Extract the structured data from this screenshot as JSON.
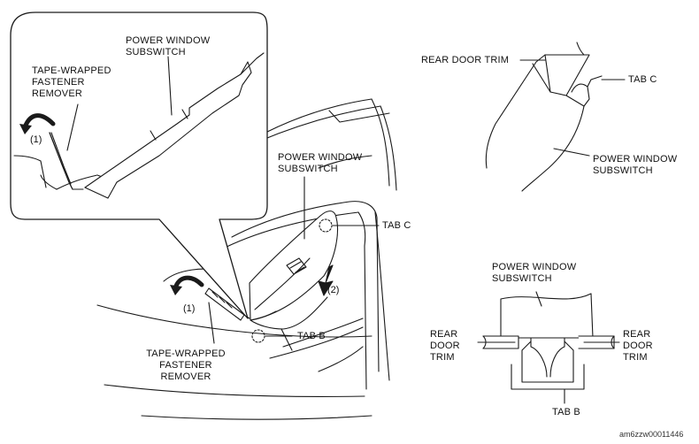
{
  "labels": {
    "detail_subswitch": "POWER WINDOW\nSUBSWITCH",
    "detail_remover": "TAPE-WRAPPED\nFASTENER\nREMOVER",
    "detail_step1": "(1)",
    "main_subswitch": "POWER WINDOW\nSUBSWITCH",
    "main_tab_c": "TAB C",
    "main_step2": "(2)",
    "main_step1": "(1)",
    "main_tab_b": "TAB B",
    "main_remover": "TAPE-WRAPPED\nFASTENER\nREMOVER",
    "tabc_rear_door_trim": "REAR DOOR TRIM",
    "tabc_tab_c": "TAB C",
    "tabc_subswitch": "POWER WINDOW\nSUBSWITCH",
    "tabb_subswitch": "POWER WINDOW\nSUBSWITCH",
    "tabb_rear_door_trim_left": "REAR\nDOOR\nTRIM",
    "tabb_rear_door_trim_right": "REAR\nDOOR\nTRIM",
    "tabb_tab_b": "TAB B",
    "figure_code": "am6zzw00011446"
  }
}
